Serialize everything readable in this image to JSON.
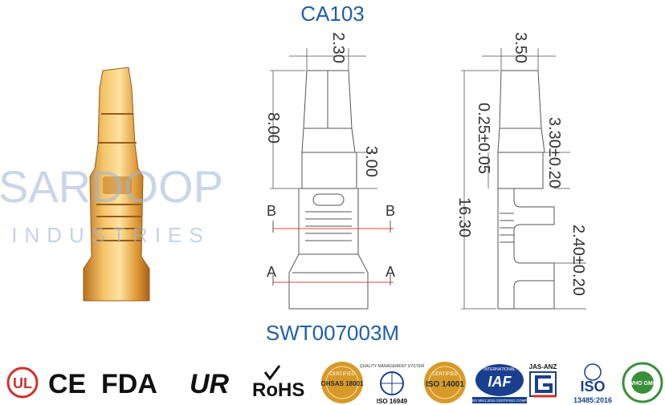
{
  "title": "CA103",
  "part_number": "SWT007003M",
  "watermark": {
    "brand": "SARDOOP",
    "sub": "INDUSTRIES"
  },
  "front_view": {
    "dim_top": "2.30",
    "dim_length": "8.00",
    "dim_mid": "3.00",
    "section_b": "B",
    "section_a": "A"
  },
  "side_view": {
    "dim_top": "3.50",
    "dim_gap": "0.25±0.05",
    "dim_mid": "3.30±0.20",
    "dim_total": "16.30",
    "dim_bottom": "2.40±0.20"
  },
  "certifications": {
    "ul": "UL",
    "ce": "CE",
    "fda": "FDA",
    "ur": "UR",
    "rohs": "RoHS",
    "ohsas_top": "CERTIFIED",
    "ohsas": "OHSAS 18001",
    "iso16949_top": "QUALITY MANAGEMENT SYSTEM",
    "iso16949": "ISO 16949",
    "iso14001_top": "CERTIFIED",
    "iso14001": "ISO 14001",
    "iaf_top": "INTERNATIONAL",
    "iaf": "IAF",
    "iaf_bottom": "AN ISO 9001:2015 CERTIFIED COMPANY",
    "jasanz": "JAS-ANZ",
    "iso": "ISO",
    "iso_bottom": "13485:2016",
    "whogmp": "WHO GMP"
  },
  "colors": {
    "title_blue": "#1f5fa8",
    "gold": "#e3a23a",
    "section_red": "#e0453a",
    "watermark": "#9fb6d4"
  }
}
